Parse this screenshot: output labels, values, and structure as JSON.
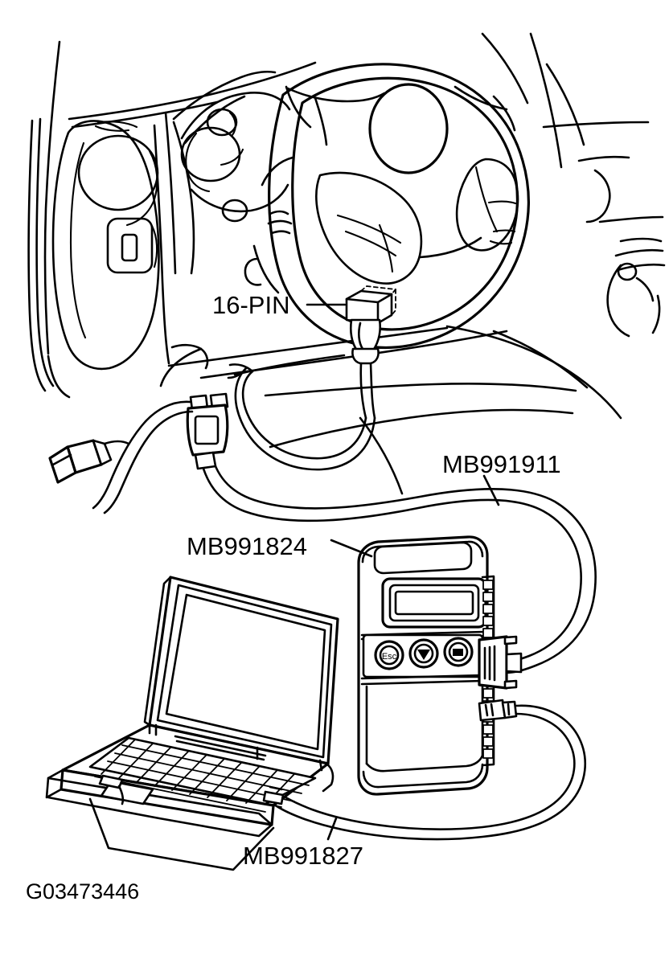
{
  "figure": {
    "id_caption": "G03473446",
    "background_color": "#ffffff",
    "line_color": "#000000",
    "style": "monochrome line art technical illustration",
    "subject": "Vehicle diagnostic scan tool connection to 16-pin data link connector under dashboard"
  },
  "labels": {
    "connector_16pin": "16-PIN",
    "cable_vehicle_to_tool": "MB991911",
    "scan_tool": "MB991824",
    "cable_tool_to_laptop": "MB991827"
  },
  "scan_tool": {
    "name_label": "MB991824",
    "display_name": "lcd-display",
    "buttons": [
      {
        "name": "escape-button",
        "glyph": "Esc"
      },
      {
        "name": "down-button",
        "glyph": "▼"
      },
      {
        "name": "enter-button",
        "glyph": "↵"
      }
    ],
    "ports": [
      {
        "name": "dsub-port",
        "connects_to": "MB991911"
      },
      {
        "name": "serial-port",
        "connects_to": "MB991827"
      }
    ]
  },
  "laptop": {
    "name": "laptop-computer",
    "parts": [
      "screen",
      "keyboard",
      "trackpad",
      "side-port"
    ]
  },
  "vehicle": {
    "name": "vehicle-interior",
    "parts": [
      "dashboard",
      "steering-wheel",
      "instrument-cluster",
      "air-vent",
      "center-console",
      "dlc-16pin-connector"
    ]
  },
  "cables": {
    "vehicle_cable": "MB991911",
    "laptop_cable": "MB991827",
    "adapter_module": "inline-interface-module"
  }
}
